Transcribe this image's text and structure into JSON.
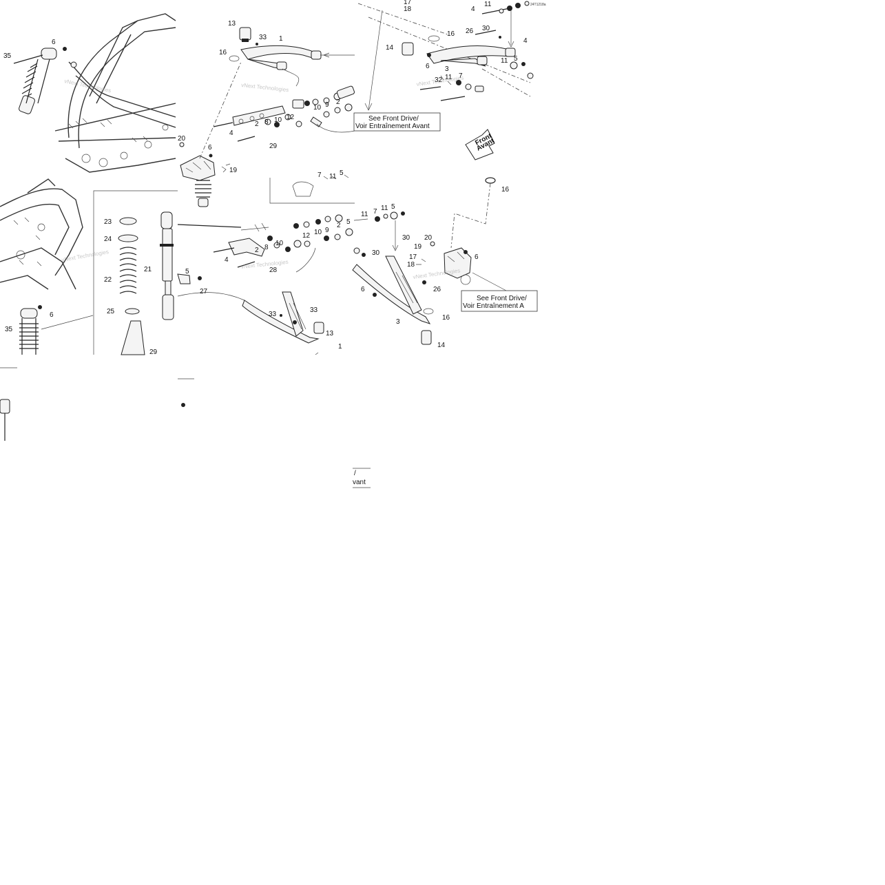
{
  "diagram": {
    "code": "24T1218a",
    "watermark": "vNext Technologies",
    "notes": {
      "top": [
        "See Front Drive/",
        "Voir Entraînement Avant"
      ],
      "bottom": [
        "See Front Drive/",
        "Voir Entraînement A"
      ],
      "cut": [
        "/",
        "vant"
      ]
    },
    "direction": [
      "Front",
      "Avant"
    ],
    "callouts": {
      "l35a": "35",
      "l6a": "6",
      "l13a": "13",
      "l33a": "33",
      "l1a": "1",
      "l16a": "16",
      "l12a": "12",
      "l10a": "10",
      "l9a": "9",
      "l2a": "2",
      "l8a": "8",
      "l10b": "10",
      "l4a": "4",
      "l29a": "29",
      "l20a": "20",
      "l6b": "6",
      "l19a": "19",
      "l7a": "7",
      "l11a": "11",
      "l5a": "5",
      "l17a": "17",
      "l18a": "18",
      "l4b": "4",
      "l11b": "11",
      "l16b": "16",
      "l14a": "14",
      "l26a": "26",
      "l30a": "30",
      "l4c": "4",
      "l6c": "6",
      "l3a": "3",
      "l11c": "11",
      "l5b": "5",
      "l32a": "32",
      "l11d": "11",
      "l7b": "7",
      "l16c": "16",
      "l23": "23",
      "l24": "24",
      "l22": "22",
      "l21": "21",
      "l25": "25",
      "l29b": "29",
      "l5c": "5",
      "l27": "27",
      "l6d": "6",
      "l35b": "35",
      "l12b": "12",
      "l10c": "10",
      "l9b": "9",
      "l2b": "2",
      "l5d": "5",
      "l8b": "8",
      "l2c": "2",
      "l10d": "10",
      "l4d": "4",
      "l28": "28",
      "l33b": "33",
      "l33c": "33",
      "l13b": "13",
      "l1b": "1",
      "l11e": "11",
      "l7c": "7",
      "l11f": "11",
      "l5e": "5",
      "l30b": "30",
      "l30c": "30",
      "l20b": "20",
      "l19b": "19",
      "l17b": "17",
      "l18b": "18",
      "l6e": "6",
      "l6f": "6",
      "l26b": "26",
      "l16d": "16",
      "l3b": "3",
      "l14b": "14"
    }
  }
}
